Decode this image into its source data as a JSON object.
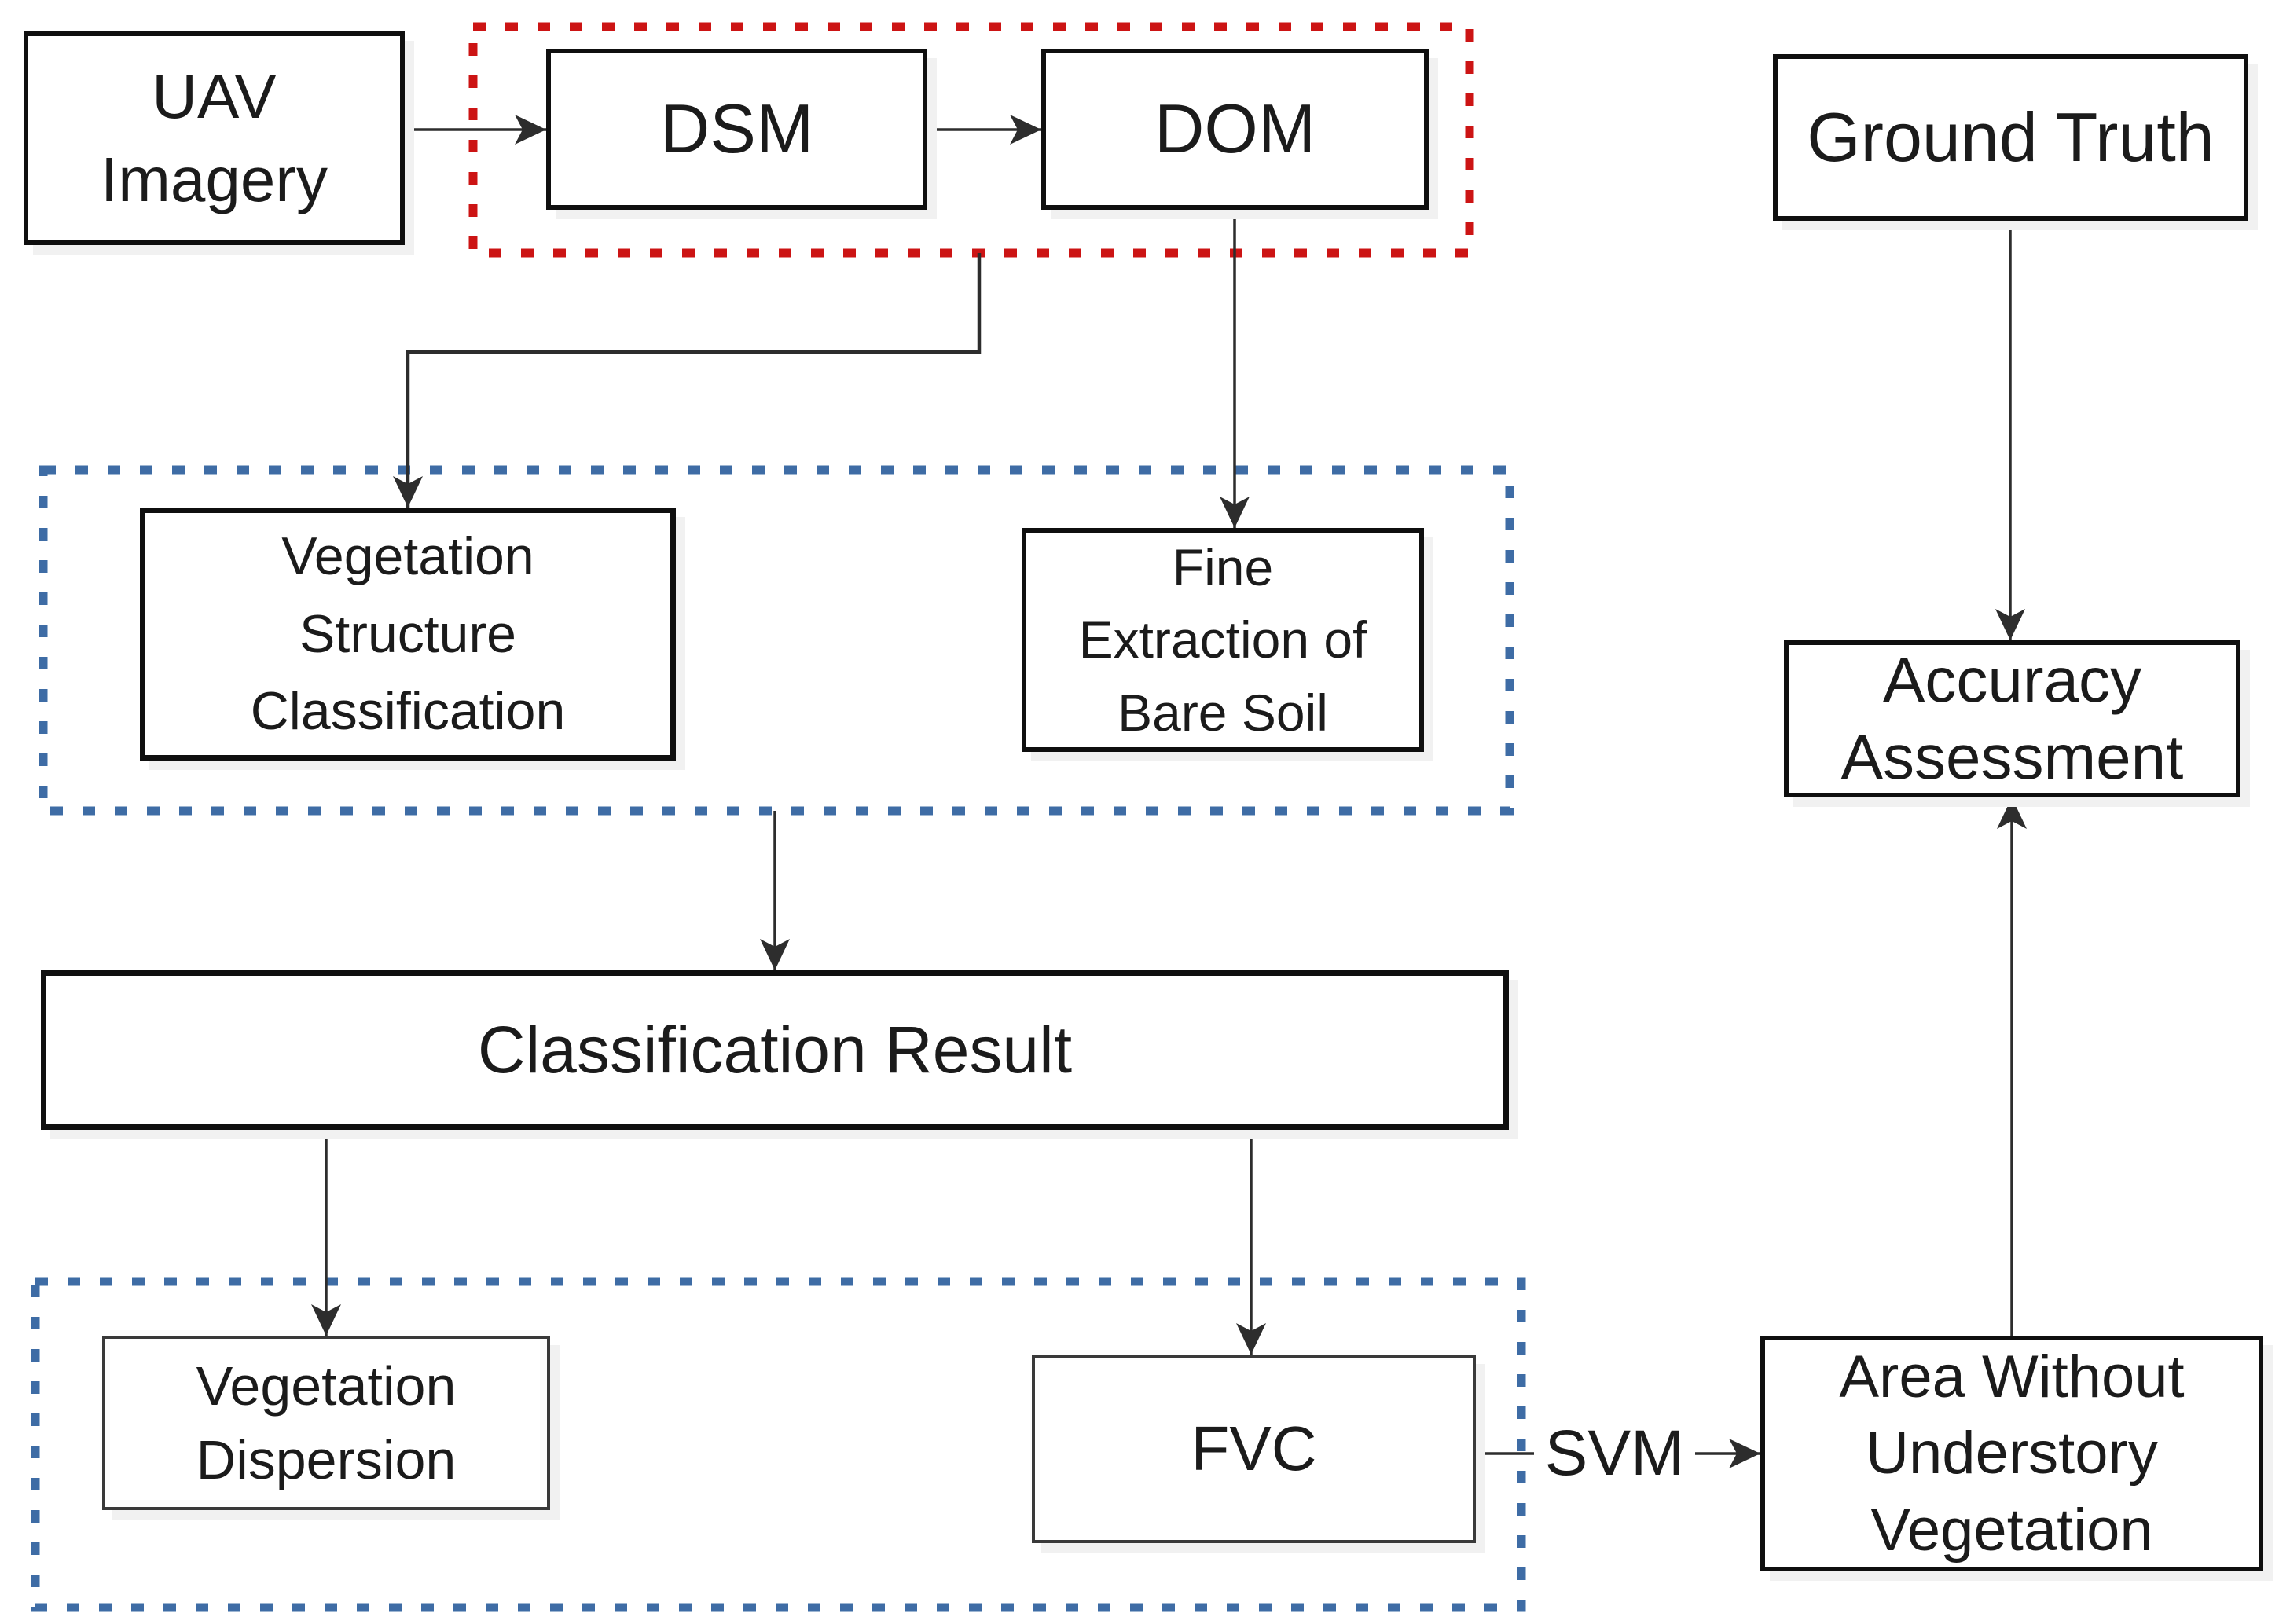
{
  "nodes": {
    "uav_imagery": {
      "label": "UAV\nImagery"
    },
    "dsm": {
      "label": "DSM"
    },
    "dom": {
      "label": "DOM"
    },
    "ground_truth": {
      "label": "Ground Truth"
    },
    "vegetation_structure_classification": {
      "label": "Vegetation\nStructure\nClassification"
    },
    "fine_extraction_bare_soil": {
      "label": "Fine\nExtraction of\nBare Soil"
    },
    "accuracy_assessment": {
      "label": "Accuracy\nAssessment"
    },
    "classification_result": {
      "label": "Classification Result"
    },
    "vegetation_dispersion": {
      "label": "Vegetation\nDispersion"
    },
    "fvc": {
      "label": "FVC"
    },
    "area_without_understory_vegetation": {
      "label": "Area Without\nUnderstory\nVegetation"
    }
  },
  "edges": [
    {
      "from": "uav_imagery",
      "to": "dsm",
      "label": ""
    },
    {
      "from": "dsm",
      "to": "dom",
      "label": ""
    },
    {
      "from": "dom",
      "to": "fine_extraction_bare_soil",
      "label": ""
    },
    {
      "from": "red_dashed_group",
      "to": "vegetation_structure_classification",
      "label": ""
    },
    {
      "from": "blue_dashed_group_top",
      "to": "classification_result",
      "label": ""
    },
    {
      "from": "classification_result",
      "to": "vegetation_dispersion",
      "label": ""
    },
    {
      "from": "classification_result",
      "to": "fvc",
      "label": ""
    },
    {
      "from": "fvc",
      "to": "area_without_understory_vegetation",
      "label": "SVM"
    },
    {
      "from": "ground_truth",
      "to": "accuracy_assessment",
      "label": ""
    },
    {
      "from": "area_without_understory_vegetation",
      "to": "accuracy_assessment",
      "label": ""
    }
  ],
  "groups": {
    "red_dashed_group": {
      "contains": [
        "dsm",
        "dom"
      ]
    },
    "blue_dashed_group_top": {
      "contains": [
        "vegetation_structure_classification",
        "fine_extraction_bare_soil"
      ]
    },
    "blue_dashed_group_bottom": {
      "contains": [
        "vegetation_dispersion",
        "fvc"
      ]
    }
  },
  "colors": {
    "red_dashed": "#cc1414",
    "blue_dashed": "#3e6ca5",
    "connector": "#2d2d2d",
    "box_border": "#0f0f0f",
    "text": "#1b1b1b",
    "bg": "#ffffff"
  }
}
